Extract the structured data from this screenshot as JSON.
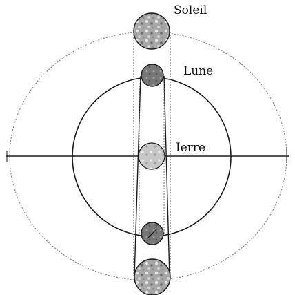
{
  "labels": {
    "sun": "Soleil",
    "moon": "Lune",
    "earth": "Ierre"
  },
  "colors": {
    "ink": "#1a1a1a",
    "dotted_orbit": "#7a7a7a",
    "sun_fill": "#9a9a9a",
    "moon_fill": "#6f6f6f",
    "earth_fill": "#bdbdbd",
    "background": "#ffffff"
  },
  "icons": {
    "sun": "sun-disc-icon",
    "moon": "moon-disc-icon",
    "earth": "earth-disc-icon"
  }
}
